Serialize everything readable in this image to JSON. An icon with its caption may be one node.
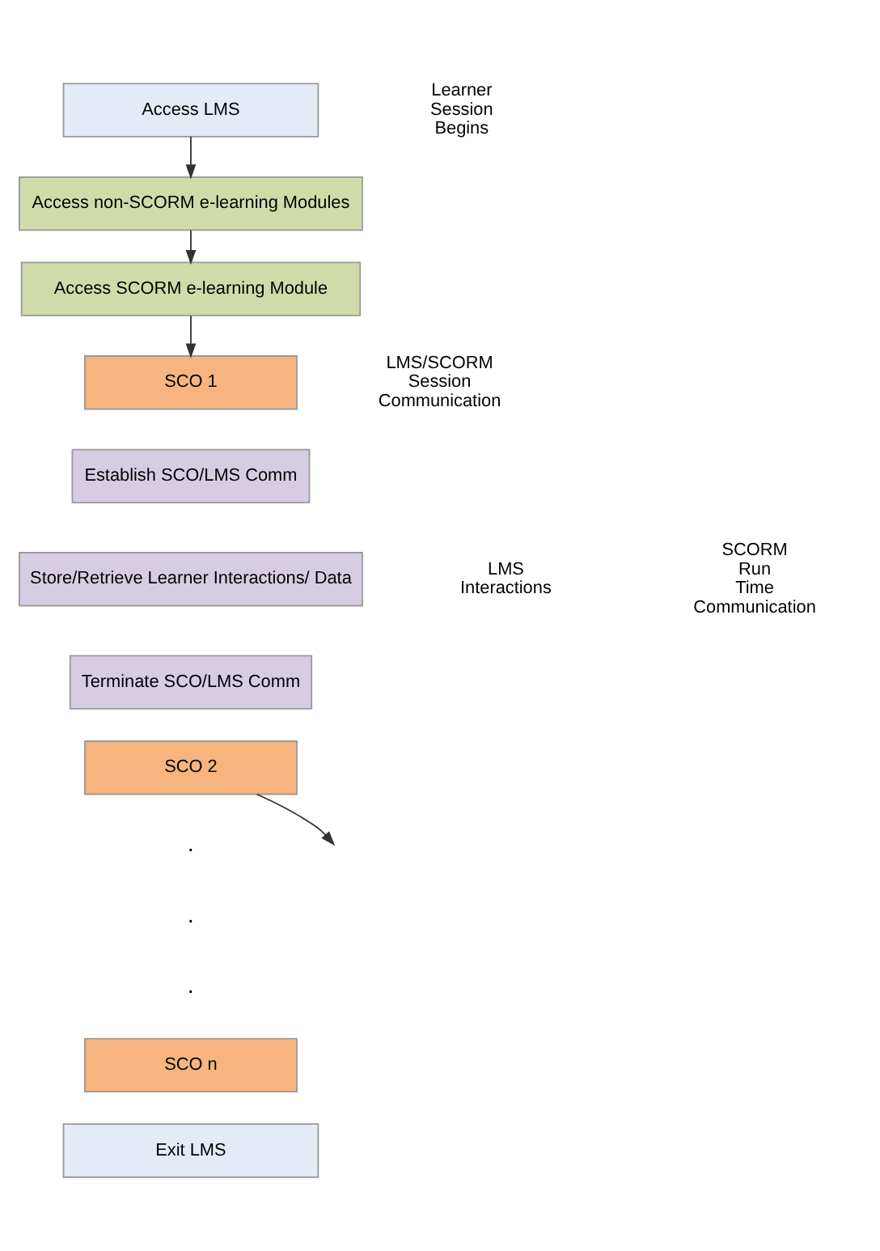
{
  "diagram": {
    "nodes": [
      {
        "text": [
          "Access LMS"
        ]
      },
      {
        "text": [
          "Access non-SCORM e-learning Modules"
        ]
      },
      {
        "text": [
          "Access SCORM e-learning Module"
        ]
      },
      {
        "text": [
          "SCO 1"
        ]
      },
      {
        "text": [
          "Establish SCO/LMS Comm"
        ]
      },
      {
        "text": [
          "Store/Retrieve Learner Interactions/ Data"
        ]
      },
      {
        "text": [
          "Terminate SCO/LMS Comm"
        ]
      },
      {
        "text": [
          "SCO 2"
        ]
      },
      {
        "text": [
          "SCO n"
        ]
      },
      {
        "text": [
          "Exit LMS"
        ]
      }
    ],
    "edges": [
      {
        "from": 0,
        "to": 1,
        "arrow": "to"
      },
      {
        "from": 1,
        "to": 2,
        "arrow": "to"
      },
      {
        "from": 2,
        "to": 3,
        "arrow": "to"
      },
      {
        "from": 7,
        "to": null,
        "arrow": "to"
      }
    ],
    "labels": [
      "Learner Session Begins",
      "LMS Interactions",
      "LMS/SCORM Session Communication",
      "SCORM Run Time Communication",
      ".",
      ".",
      "."
    ]
  }
}
